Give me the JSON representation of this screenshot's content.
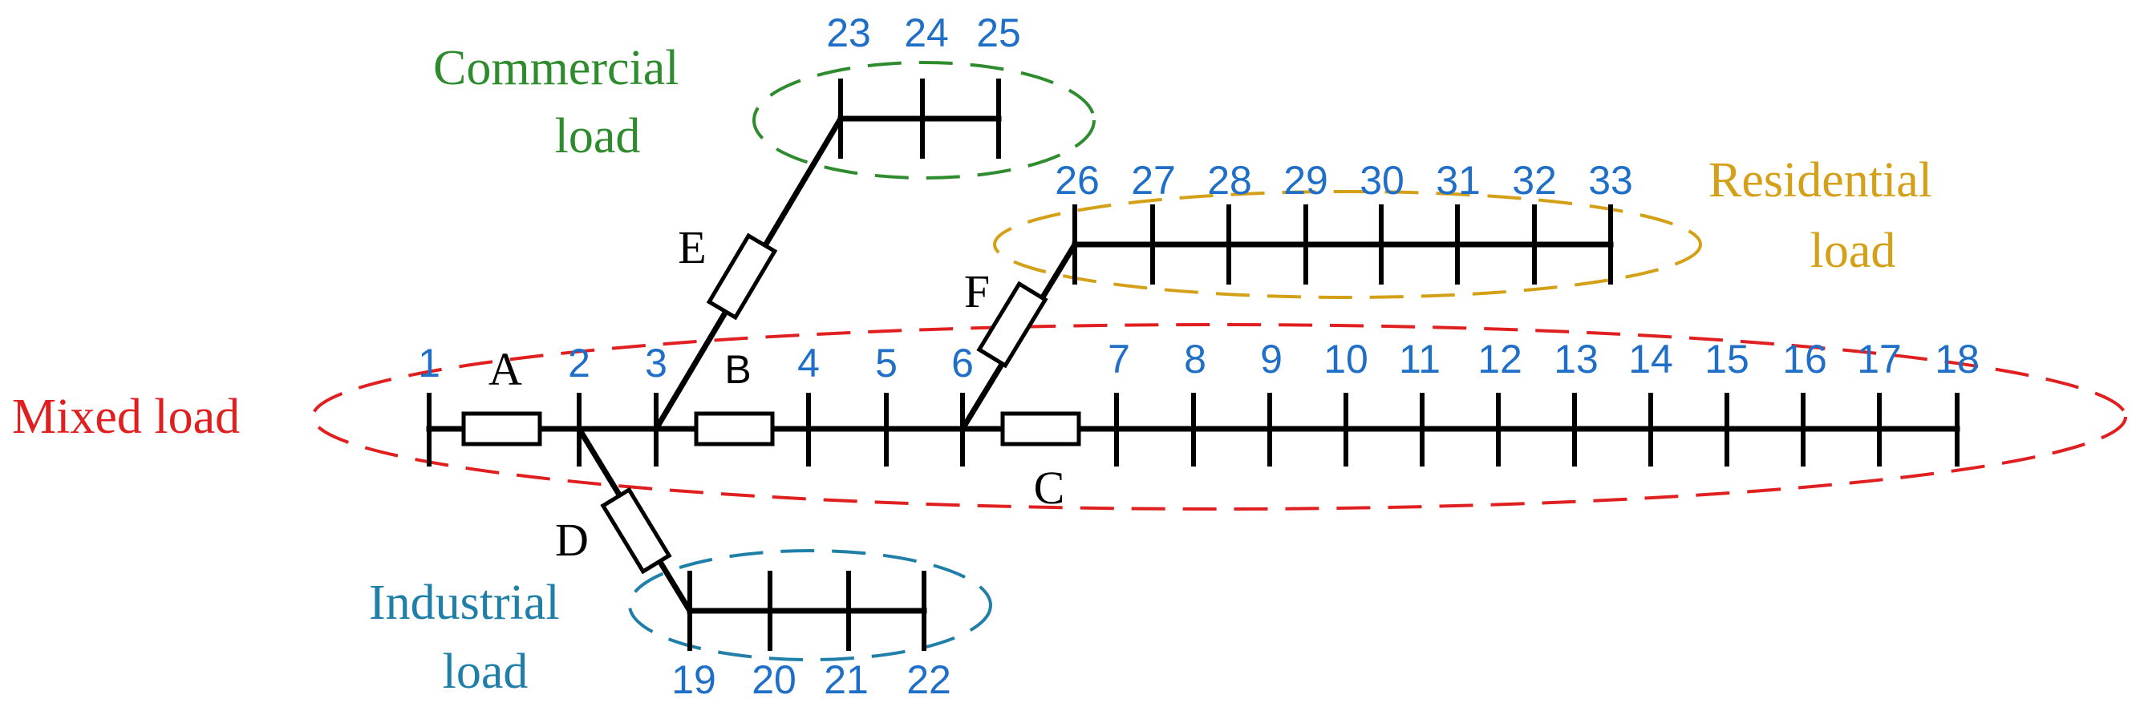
{
  "colors": {
    "mixed": "#e02020",
    "commercial": "#2e8b2e",
    "residential": "#d4a017",
    "industrial": "#1f7fa8",
    "bus_number": "#1f6fc8",
    "line": "#000000"
  },
  "groups": {
    "mixed": {
      "label": "Mixed load"
    },
    "commercial": {
      "line1": "Commercial",
      "line2": "load"
    },
    "residential": {
      "line1": "Residential",
      "line2": "load"
    },
    "industrial": {
      "line1": "Industrial",
      "line2": "load"
    }
  },
  "sections": {
    "A": "A",
    "B": "B",
    "C": "C",
    "D": "D",
    "E": "E",
    "F": "F"
  },
  "buses": {
    "b1": "1",
    "b2": "2",
    "b3": "3",
    "b4": "4",
    "b5": "5",
    "b6": "6",
    "b7": "7",
    "b8": "8",
    "b9": "9",
    "b10": "10",
    "b11": "11",
    "b12": "12",
    "b13": "13",
    "b14": "14",
    "b15": "15",
    "b16": "16",
    "b17": "17",
    "b18": "18",
    "b19": "19",
    "b20": "20",
    "b21": "21",
    "b22": "22",
    "b23": "23",
    "b24": "24",
    "b25": "25",
    "b26": "26",
    "b27": "27",
    "b28": "28",
    "b29": "29",
    "b30": "30",
    "b31": "31",
    "b32": "32",
    "b33": "33"
  }
}
